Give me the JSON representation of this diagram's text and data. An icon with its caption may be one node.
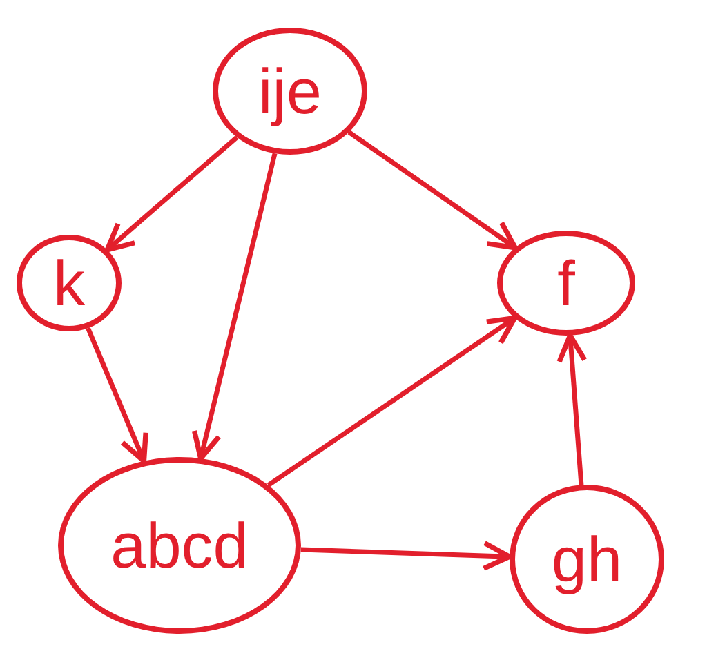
{
  "diagram": {
    "nodes": [
      {
        "text": [
          "ije"
        ]
      },
      {
        "text": [
          "k"
        ]
      },
      {
        "text": [
          "f"
        ]
      },
      {
        "text": [
          "abcd"
        ]
      },
      {
        "text": [
          "gh"
        ]
      }
    ],
    "edges": [
      {
        "from": 0,
        "to": 1,
        "arrow": "to"
      },
      {
        "from": 0,
        "to": 3,
        "arrow": "to"
      },
      {
        "from": 0,
        "to": 2,
        "arrow": "to"
      },
      {
        "from": 1,
        "to": 3,
        "arrow": "to"
      },
      {
        "from": 3,
        "to": 2,
        "arrow": "to"
      },
      {
        "from": 3,
        "to": 4,
        "arrow": "to"
      },
      {
        "from": 4,
        "to": 2,
        "arrow": "to"
      }
    ]
  }
}
